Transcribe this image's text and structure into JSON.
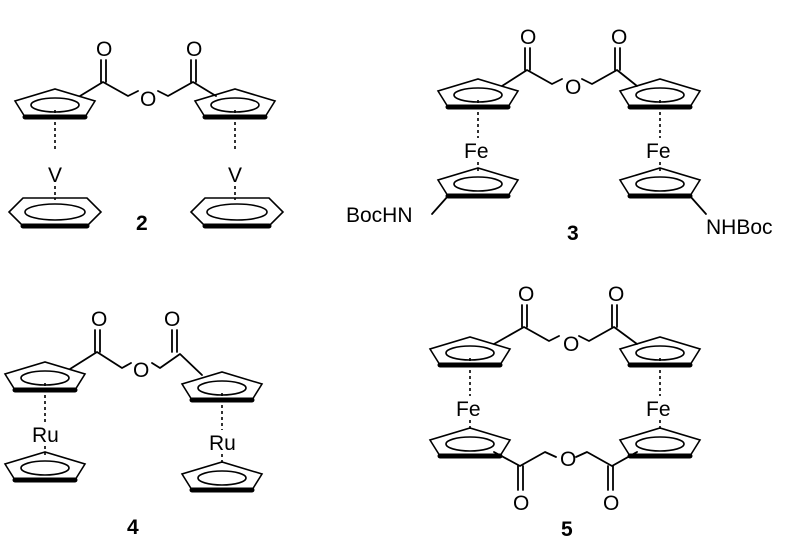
{
  "compounds": [
    {
      "id": "2",
      "metal": "V",
      "label": "2"
    },
    {
      "id": "3",
      "metal": "Fe",
      "label": "3",
      "substituent_left": "BocHN",
      "substituent_right": "NHBoc"
    },
    {
      "id": "4",
      "metal": "Ru",
      "label": "4"
    },
    {
      "id": "5",
      "metal": "Fe",
      "label": "5"
    }
  ],
  "atoms": {
    "oxygen": "O"
  }
}
